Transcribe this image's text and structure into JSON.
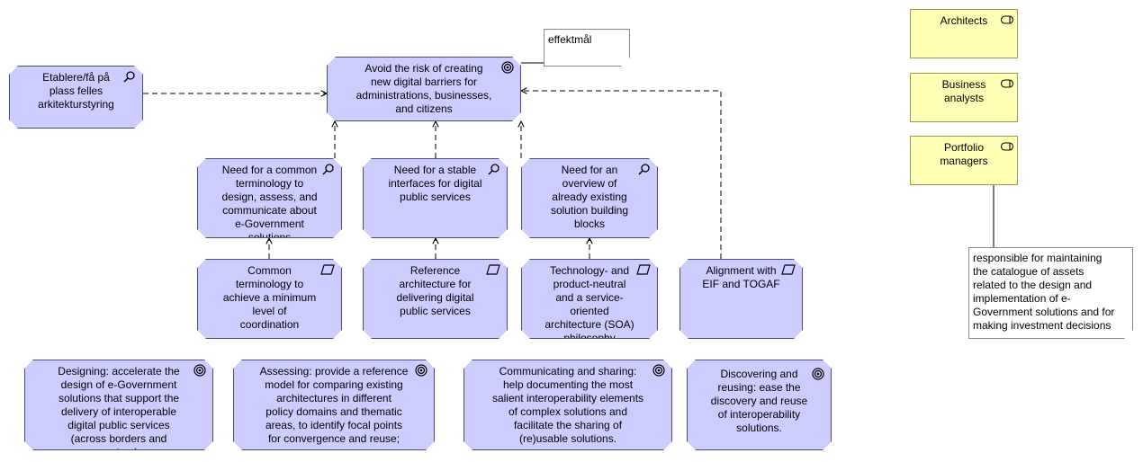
{
  "nodes": {
    "etablere": "Etablere/få på\nplass felles\narkitekturstyring",
    "goal_main": "Avoid the risk of creating\nnew digital barriers for\nadministrations, businesses,\nand citizens",
    "note_effektmal": "effektmål",
    "need_terminology": "Need for a common\nterminology to\ndesign, assess, and\ncommunicate about\ne-Government\nsolutions",
    "need_interfaces": "Need for a stable\ninterfaces for digital\npublic services",
    "need_overview": "Need for an\noverview of\nalready existing\nsolution building\nblocks",
    "req_common_terminology": "Common\nterminology to\nachieve a minimum\nlevel of\ncoordination",
    "req_reference_arch": "Reference\narchitecture for\ndelivering digital\npublic services",
    "req_technology_neutral": "Technology- and\nproduct-neutral\nand a service-\noriented\narchitecture (SOA)\nphilosophy",
    "req_alignment": "Alignment with\nEIF and TOGAF",
    "goal_designing": "Designing: accelerate the\ndesign of e-Government\nsolutions that support the\ndelivery of interoperable\ndigital public services\n(across borders and\nsectors)",
    "goal_assessing": "Assessing: provide a reference\nmodel for comparing existing\narchitectures in different\npolicy domains and thematic\nareas, to identify focal points\nfor convergence and reuse;",
    "goal_communicating": "Communicating and sharing:\nhelp documenting the most\nsalient interoperability elements\nof complex solutions and\nfacilitate the sharing of\n(re)usable solutions.",
    "goal_discovering": "Discovering and\nreusing: ease the\ndiscovery and reuse\nof interoperability\nsolutions.",
    "stakeholder_architects": "Architects",
    "stakeholder_business": "Business\nanalysts",
    "stakeholder_portfolio": "Portfolio\nmanagers",
    "note_portfolio": "responsible for maintaining\nthe catalogue of assets\nrelated to the design and\nimplementation of e-\nGovernment solutions and for\nmaking investment decisions"
  },
  "icons": {
    "driver": "driver-magnifier-icon",
    "goal": "goal-target-icon",
    "requirement": "requirement-parallelogram-icon",
    "stakeholder": "stakeholder-cylinder-icon"
  },
  "colors": {
    "motivation_fill": "#ccccff",
    "stakeholder_fill": "#ffffb5",
    "line": "#000000"
  }
}
